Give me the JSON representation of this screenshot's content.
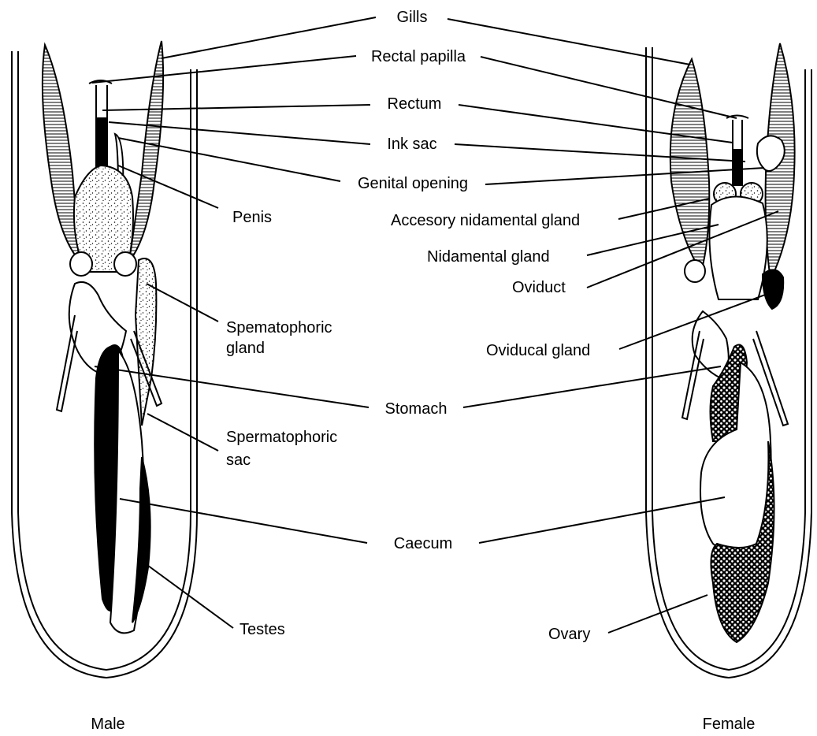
{
  "labels": {
    "gills": "Gills",
    "rectal_papilla": "Rectal papilla",
    "rectum": "Rectum",
    "ink_sac": "Ink sac",
    "genital_opening": "Genital opening",
    "penis": "Penis",
    "accesory_nidamental_gland": "Accesory nidamental gland",
    "nidamental_gland": "Nidamental gland",
    "oviduct": "Oviduct",
    "spermatophoric_gland_line1": "Spematophoric",
    "spermatophoric_gland_line2": "gland",
    "oviducal_gland": "Oviducal gland",
    "stomach": "Stomach",
    "spermatophoric_sac_line1": "Spermatophoric",
    "spermatophoric_sac_line2": "sac",
    "caecum": "Caecum",
    "testes": "Testes",
    "ovary": "Ovary"
  },
  "captions": {
    "male": "Male",
    "female": "Female"
  },
  "colors": {
    "ink": "#000000",
    "background": "#ffffff"
  }
}
